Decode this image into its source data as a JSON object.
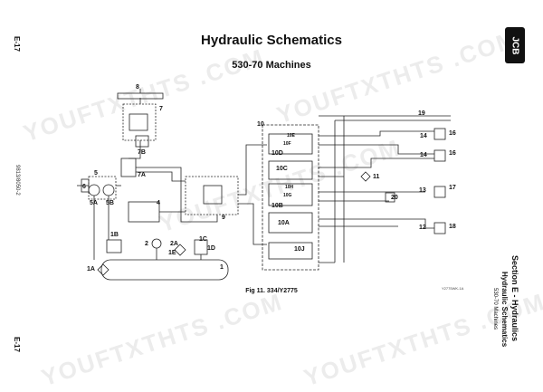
{
  "header": {
    "title": "Hydraulic Schematics",
    "subtitle": "530-70 Machines",
    "page_number_top": "E-17",
    "page_number_bottom": "E-17",
    "doc_id": "9813/8050-2"
  },
  "side": {
    "section": "Section E - Hydraulics",
    "topic": "Hydraulic Schematics",
    "machine": "530-70 Machines",
    "logo": "JCB"
  },
  "figure": {
    "caption": "Fig 11. 334/Y2775",
    "code": "Y2775WK-1A"
  },
  "labels": {
    "l1": "1",
    "l1A": "1A",
    "l1B": "1B",
    "l1C": "1C",
    "l1D": "1D",
    "l1E": "1E",
    "l2": "2",
    "l2A": "2A",
    "l4": "4",
    "l5": "5",
    "l5A": "5A",
    "l5B": "5B",
    "l6": "6",
    "l7": "7",
    "l7A": "7A",
    "l7B": "7B",
    "l8": "8",
    "l9": "9",
    "l10": "10",
    "l10A": "10A",
    "l10B": "10B",
    "l10C": "10C",
    "l10D": "10D",
    "l10E": "10E",
    "l10F": "10F",
    "l10G": "10G",
    "l10H": "10H",
    "l10J": "10J",
    "l11": "11",
    "l12": "12",
    "l13": "13",
    "l14a": "14",
    "l14b": "14",
    "l16a": "16",
    "l16b": "16",
    "l17": "17",
    "l18": "18",
    "l19": "19",
    "l20": "20"
  },
  "watermark": "YOUFTXTHTS .COM"
}
